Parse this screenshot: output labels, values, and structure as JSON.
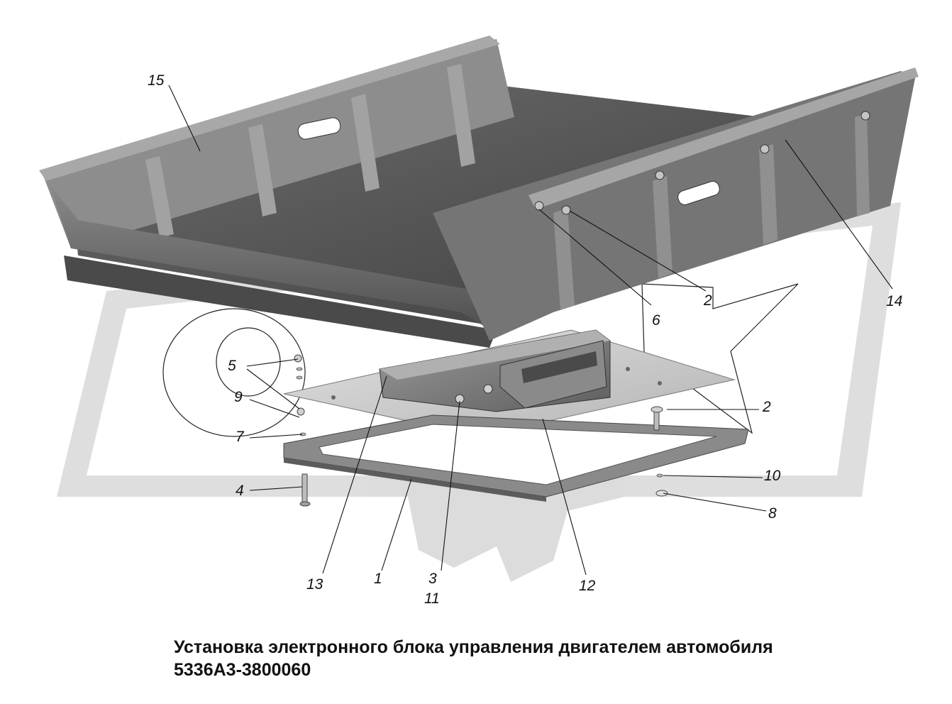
{
  "caption": {
    "line1": "Установка электронного блока управления двигателем автомобиля",
    "line2": "5336А3-3800060"
  },
  "colors": {
    "watermark": "#dcdcdc",
    "tray_dark": "#5a5a5a",
    "tray_mid": "#7a7a7a",
    "tray_light": "#9a9a9a",
    "plate": "#c8c8c8",
    "frame": "#7c7c7c",
    "ink": "#111111"
  },
  "callouts": {
    "c15": "15",
    "c14": "14",
    "c2a": "2",
    "c6": "6",
    "c2b": "2",
    "c5": "5",
    "c9": "9",
    "c7": "7",
    "c4": "4",
    "c10": "10",
    "c8": "8",
    "c13": "13",
    "c1": "1",
    "c3": "3",
    "c11": "11",
    "c12": "12"
  }
}
